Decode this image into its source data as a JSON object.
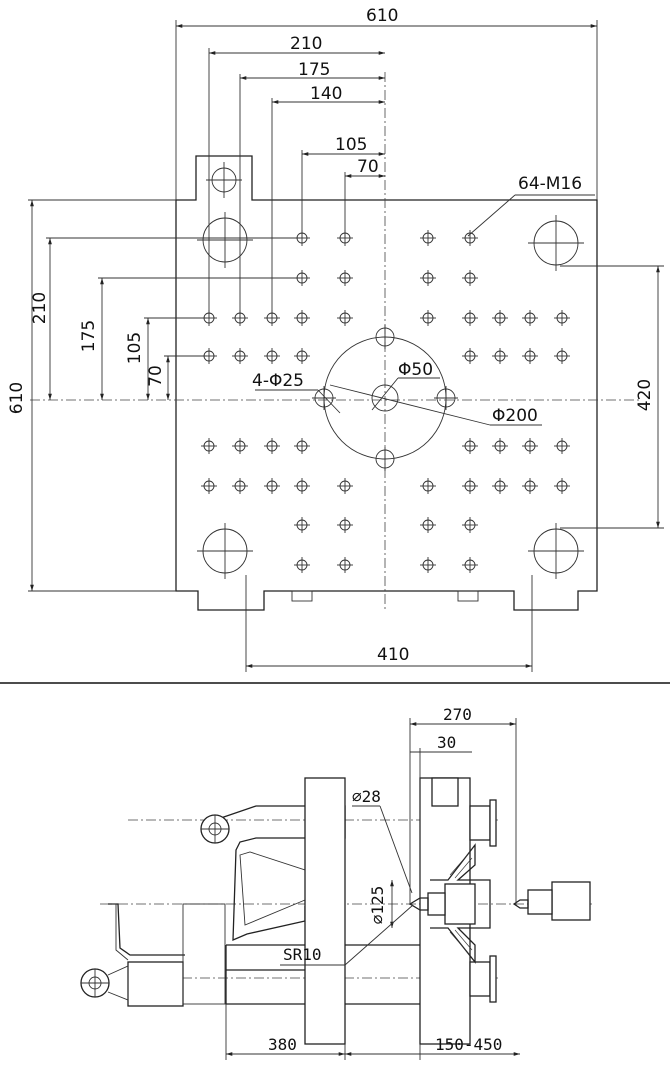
{
  "top_view": {
    "overall_width": "610",
    "dim_210": "210",
    "dim_175": "175",
    "dim_140": "140",
    "dim_105": "105",
    "dim_70": "70",
    "thread_holes": "64-M16",
    "left_610": "610",
    "left_210": "210",
    "left_175": "175",
    "left_105": "105",
    "left_70": "70",
    "holes_4phi25": "4-Φ25",
    "phi50": "Φ50",
    "phi200": "Φ200",
    "right_420": "420",
    "tie_bar_410": "410"
  },
  "side_view": {
    "dim_270": "270",
    "dim_30": "30",
    "phi28": "∅28",
    "phi125": "∅125",
    "sr10": "SR10",
    "dim_380": "380",
    "dim_150_450": "150-450"
  }
}
